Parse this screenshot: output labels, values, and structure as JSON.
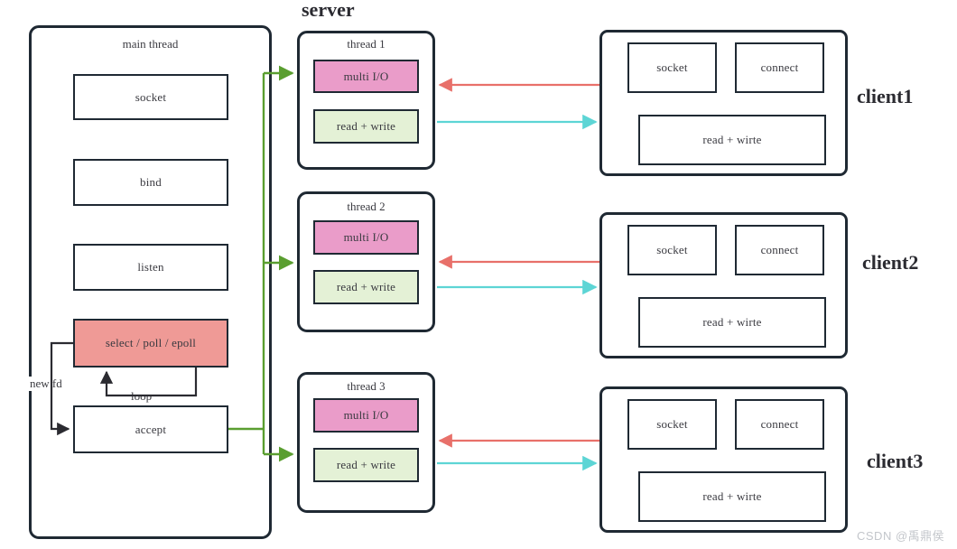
{
  "meta": {
    "watermark": "CSDN @禹鼎侯",
    "background": "#ffffff"
  },
  "colors": {
    "stroke": "#1f2933",
    "multi_io_fill": "#ea9cc9",
    "read_write_fill": "#e4f1d6",
    "select_fill": "#ef9a96",
    "green_arrow": "#5a9e30",
    "red_arrow": "#e8706a",
    "cyan_arrow": "#5dd5d5",
    "text": "#3a3a40",
    "watermark": "#c3c6cb"
  },
  "server": {
    "title": "server",
    "main_thread": {
      "label": "main  thread",
      "steps": [
        {
          "label": "socket"
        },
        {
          "label": "bind"
        },
        {
          "label": "listen"
        },
        {
          "label": "select / poll / epoll"
        },
        {
          "label": "accept"
        }
      ],
      "annotations": [
        {
          "label": "new fd"
        },
        {
          "label": "loop"
        }
      ]
    },
    "threads": [
      {
        "label": "thread 1",
        "multi_io": "multi I/O",
        "read_write": "read + write"
      },
      {
        "label": "thread  2",
        "multi_io": "multi I/O",
        "read_write": "read + write"
      },
      {
        "label": "thread  3",
        "multi_io": "multi I/O",
        "read_write": "read + write"
      }
    ]
  },
  "clients": [
    {
      "name": "client1",
      "socket": "socket",
      "connect": "connect",
      "read_write": "read  + wirte"
    },
    {
      "name": "client2",
      "socket": "socket",
      "connect": "connect",
      "read_write": "read  + wirte"
    },
    {
      "name": "client3",
      "socket": "socket",
      "connect": "connect",
      "read_write": "read  + wirte"
    }
  ]
}
